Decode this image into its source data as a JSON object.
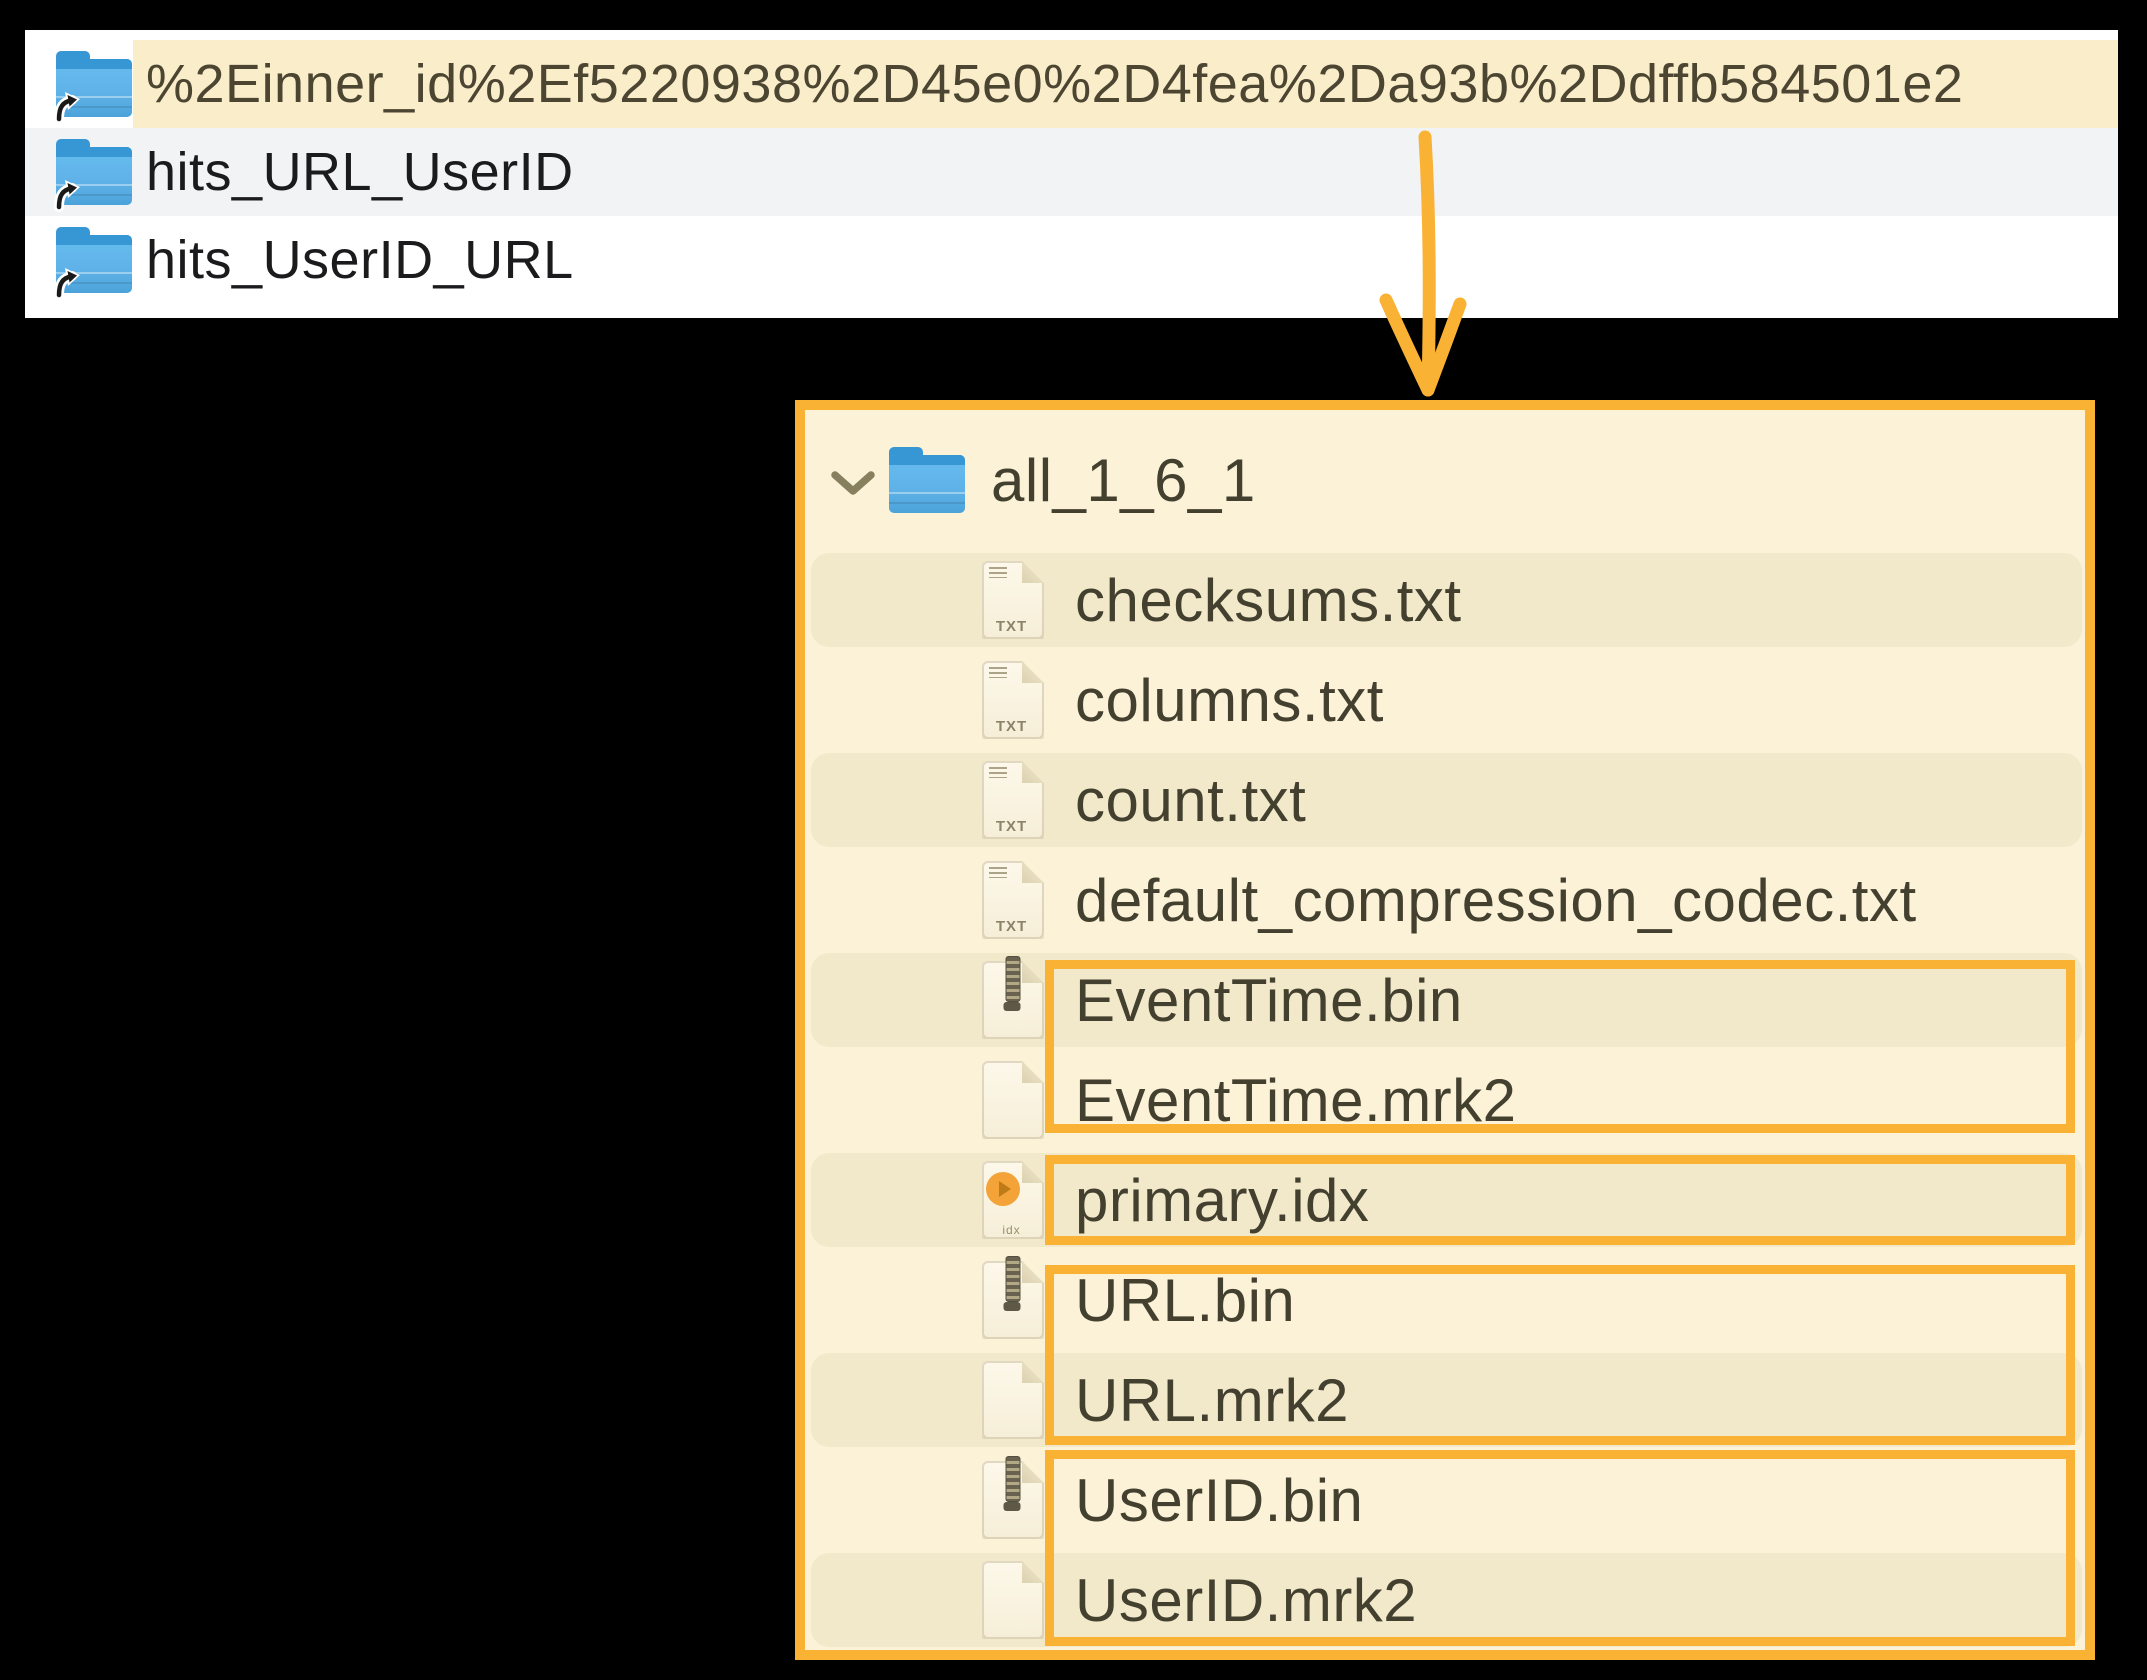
{
  "finder_list": {
    "rows": [
      {
        "name": "%2Einner_id%2Ef5220938%2D45e0%2D4fea%2Da93b%2Ddffb584501e2",
        "selected": true
      },
      {
        "name": "hits_URL_UserID",
        "selected": false
      },
      {
        "name": "hits_UserID_URL",
        "selected": false
      }
    ]
  },
  "tree_panel": {
    "root": {
      "label": "all_1_6_1",
      "expanded": true
    },
    "files": [
      {
        "name": "checksums.txt",
        "icon": "txt"
      },
      {
        "name": "columns.txt",
        "icon": "txt"
      },
      {
        "name": "count.txt",
        "icon": "txt"
      },
      {
        "name": "default_compression_codec.txt",
        "icon": "txt"
      },
      {
        "name": "EventTime.bin",
        "icon": "bin"
      },
      {
        "name": "EventTime.mrk2",
        "icon": "blank"
      },
      {
        "name": "primary.idx",
        "icon": "idx"
      },
      {
        "name": "URL.bin",
        "icon": "bin"
      },
      {
        "name": "URL.mrk2",
        "icon": "blank"
      },
      {
        "name": "UserID.bin",
        "icon": "bin"
      },
      {
        "name": "UserID.mrk2",
        "icon": "blank"
      }
    ],
    "highlight_groups": [
      [
        "EventTime.bin",
        "EventTime.mrk2"
      ],
      [
        "primary.idx"
      ],
      [
        "URL.bin",
        "URL.mrk2"
      ],
      [
        "UserID.bin",
        "UserID.mrk2"
      ]
    ]
  },
  "icons": {
    "txt_badge": "TXT",
    "idx_badge": "idx"
  },
  "colors": {
    "annotation": "#F9B233",
    "panel_bg": "#FBF2D7",
    "row_band": "#F2E9CB",
    "selected_row_bg": "#FAEDCA",
    "gray_row_bg": "#F1F3F4"
  }
}
